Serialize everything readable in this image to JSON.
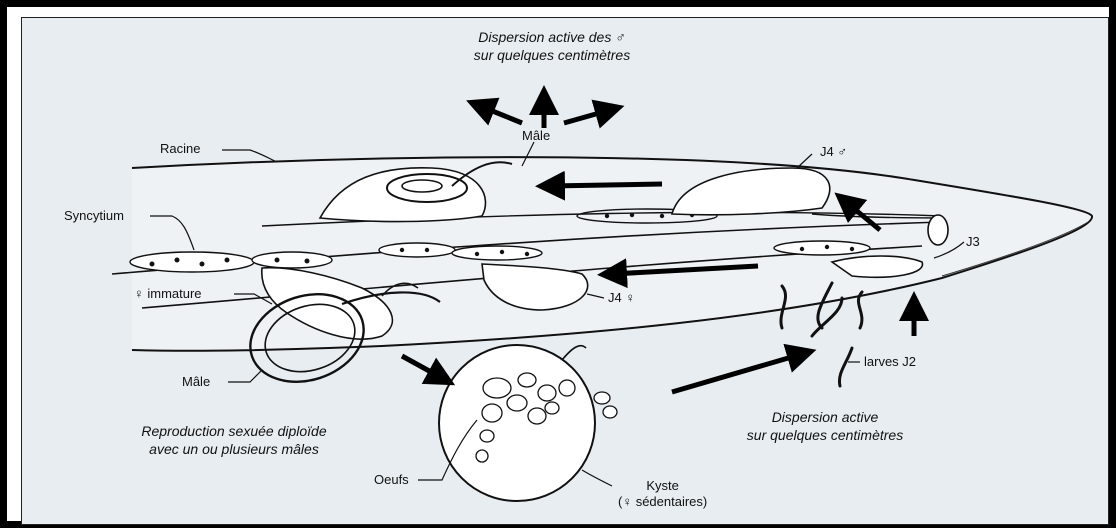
{
  "captions": {
    "top_line1": "Dispersion active des ♂",
    "top_line2": "sur quelques centimètres",
    "left_line1": "Reproduction sexuée diploïde",
    "left_line2": "avec un ou plusieurs mâles",
    "right_line1": "Dispersion active",
    "right_line2": "sur quelques centimètres"
  },
  "labels": {
    "racine": "Racine",
    "male_top": "Mâle",
    "syncytium": "Syncytium",
    "j4_male": "J4 ♂",
    "j3": "J3",
    "female_immature": "♀ immature",
    "j4_female": "J4 ♀",
    "male_bottom": "Mâle",
    "larves_j2": "larves J2",
    "oeufs": "Oeufs",
    "kyste_line1": "Kyste",
    "kyste_line2": "(♀ sédentaires)"
  }
}
